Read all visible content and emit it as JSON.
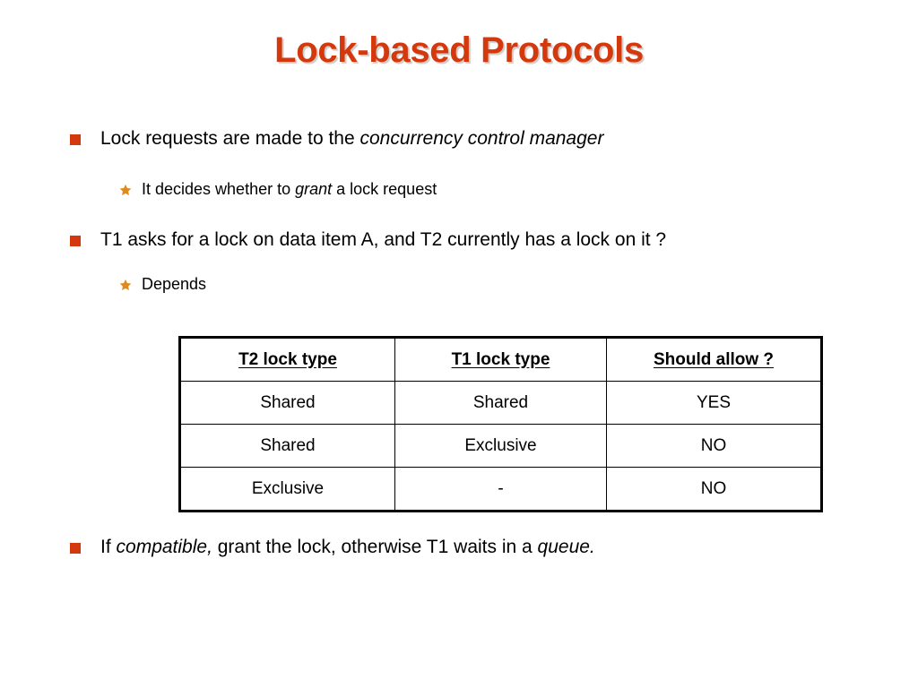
{
  "slide": {
    "title": "Lock-based Protocols",
    "title_color": "#D4380D",
    "bullet_color": "#D4380D",
    "star_color": "#E08A1E",
    "background": "#ffffff"
  },
  "bullets": [
    {
      "marker": "square-bullet",
      "text_plain": "Lock requests are made to the concurrency control manager",
      "lead": "Lock requests are made to the ",
      "emphasis": "concurrency control manager",
      "tail": ""
    },
    {
      "marker": "square-bullet",
      "text_plain": "T1 asks for a lock on data item A, and T2 currently has a lock on it ?",
      "lead": "T1 asks for a lock on data item A, and T2 currently has a lock on it ?",
      "emphasis": "",
      "tail": ""
    },
    {
      "marker": "square-bullet",
      "text_plain": "If compatible, grant the lock, otherwise T1 waits in a queue.",
      "lead": "If ",
      "emphasis": "compatible,",
      "mid": " grant the lock, otherwise T1 waits in a ",
      "emphasis2": "queue.",
      "tail": ""
    }
  ],
  "sub_bullets": [
    {
      "marker": "star-bullet",
      "text_plain": "It decides whether to grant a lock request",
      "lead": "It decides whether to ",
      "emphasis": "grant",
      "tail": " a lock request"
    },
    {
      "marker": "star-bullet",
      "text_plain": "Depends",
      "lead": "Depends",
      "emphasis": "",
      "tail": ""
    }
  ],
  "table": {
    "headers": [
      "T2 lock type",
      "T1 lock type",
      "Should allow ?"
    ],
    "rows": [
      [
        "Shared",
        "Shared",
        "YES"
      ],
      [
        "Shared",
        "Exclusive",
        "NO"
      ],
      [
        "Exclusive",
        "-",
        "NO"
      ]
    ]
  }
}
